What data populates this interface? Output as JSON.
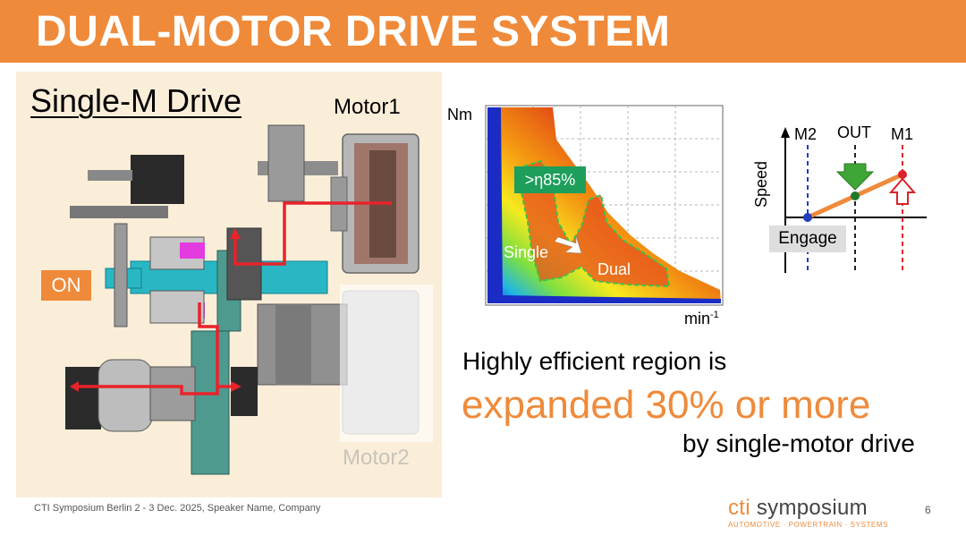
{
  "slide": {
    "title": "DUAL-MOTOR DRIVE SYSTEM"
  },
  "left_panel": {
    "heading": "Single-M Drive",
    "motor1_label": "Motor1",
    "motor2_label": "Motor2",
    "on_badge": "ON"
  },
  "efficiency_map": {
    "y_label": "Nm",
    "x_label": "min",
    "x_label_exponent": "-1",
    "efficiency_box": ">η85%",
    "single_label": "Single",
    "dual_label": "Dual"
  },
  "speed_diagram": {
    "axis_label": "Speed",
    "m2_label": "M2",
    "out_label": "OUT",
    "m1_label": "M1",
    "engage_label": "Engage"
  },
  "message": {
    "line1": "Highly efficient region is",
    "line2": "expanded 30% or more",
    "line3": "by single-motor drive"
  },
  "footer": {
    "event_text": "CTI Symposium Berlin 2 - 3 Dec. 2025, Speaker Name, Company",
    "logo_prefix": "cti",
    "logo_word": " symposium",
    "logo_tagline": "AUTOMOTIVE · POWERTRAIN · SYSTEMS",
    "page_number": "6"
  },
  "colors": {
    "accent_orange": "#ef8a3a",
    "panel_beige": "#faeed9",
    "power_flow_red": "#e8232a",
    "efficiency_green": "#1d9e5a",
    "m2_line_blue": "#1f3fbf",
    "m1_line_red": "#d9232a"
  }
}
